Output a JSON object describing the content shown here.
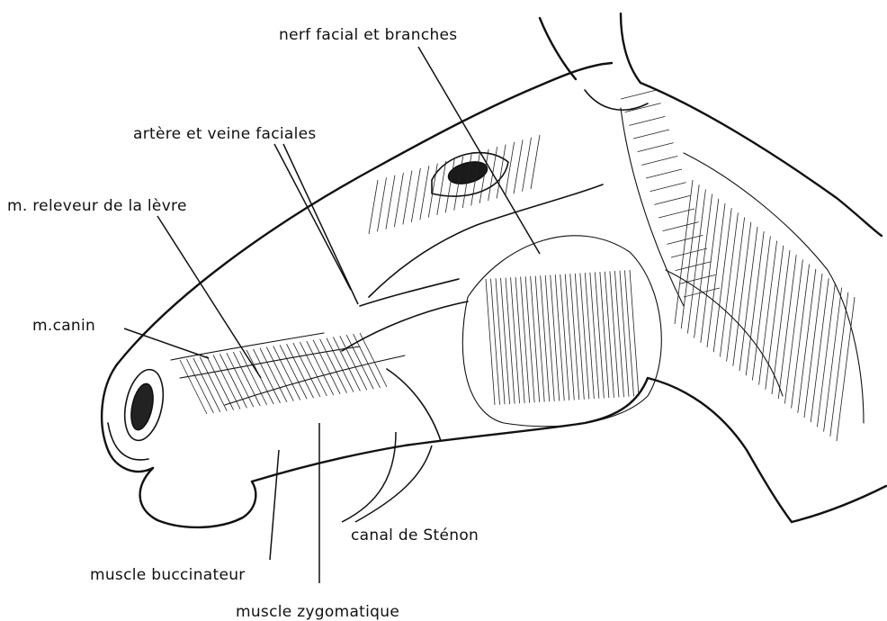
{
  "figure": {
    "labels": {
      "nerf_facial": "nerf facial et branches",
      "artere_veine": "artère et veine faciales",
      "releveur": "m. releveur de la lèvre",
      "canin": "m.canin",
      "stenon": "canal de Sténon",
      "buccinateur": "muscle buccinateur",
      "zygomatique": "muscle zygomatique"
    }
  }
}
